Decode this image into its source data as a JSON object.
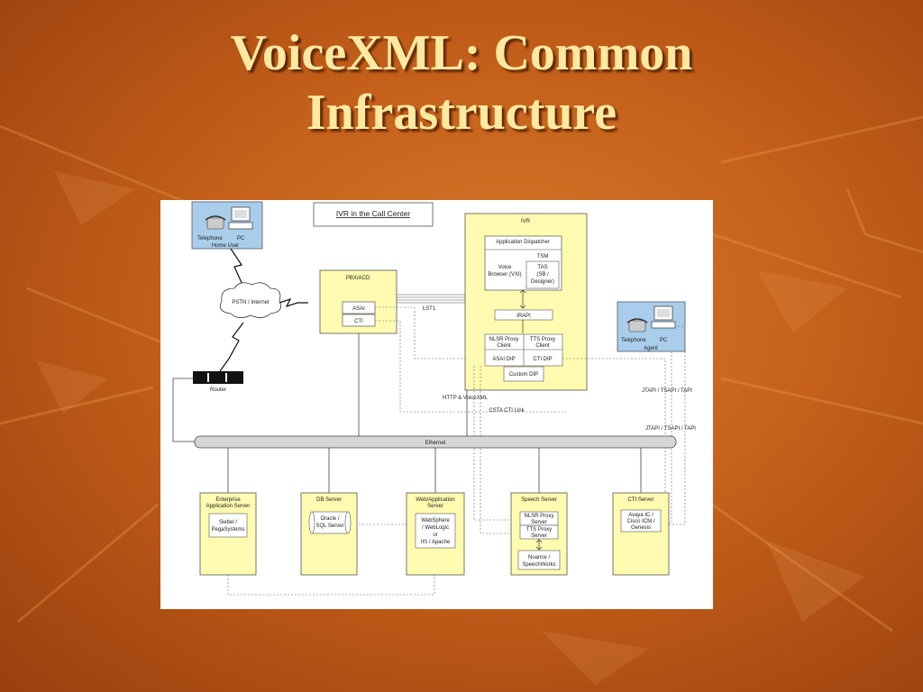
{
  "slide": {
    "title_line1": "VoiceXML: Common",
    "title_line2": "Infrastructure"
  },
  "diagram": {
    "caption": "IVR in the Call Center",
    "home_user": {
      "telephone": "Telephone",
      "pc": "PC",
      "label": "Home User"
    },
    "agent": {
      "telephone": "Telephone",
      "pc": "PC",
      "label": "Agent"
    },
    "pstn": "PSTN / Internet",
    "router": "Router",
    "pbx": {
      "title": "PBX/ACD",
      "asai": "ASAI",
      "cti": "CTI"
    },
    "ivr": {
      "title": "IVR",
      "app_dispatcher": "Application Dispatcher",
      "tsm": "TSM",
      "voice_browser_1": "Voice",
      "voice_browser_2": "Browser (VXI)",
      "tas_1": "TAS",
      "tas_2": "(SB /",
      "tas_3": "Designer)",
      "irapi": "IRAPI",
      "nlsr_proxy_1": "NLSR Proxy",
      "nlsr_proxy_2": "Client",
      "tts_proxy_1": "TTS Proxy",
      "tts_proxy_2": "Client",
      "asai_dip": "ASAI DIP",
      "cti_dip": "CTI DIP",
      "custom_dip": "Custom DIP"
    },
    "lst1": "LST1",
    "http_voicexml": "HTTP & VoiceXML",
    "csta_link": "CSTA CTI Link",
    "jtapi_1": "JTAPI / TSAPI / TAPI",
    "jtapi_2": "JTAPI / TSAPI / TAPI",
    "ethernet": "Ethernet",
    "enterprise": {
      "title_1": "Enterprise",
      "title_2": "Application Server",
      "inner_1": "Siebel /",
      "inner_2": "PegaSystems"
    },
    "db": {
      "title": "DB Server",
      "inner_1": "Oracle /",
      "inner_2": "SQL Server"
    },
    "web": {
      "title_1": "Web/Application",
      "title_2": "Server",
      "inner_1": "WebSphere",
      "inner_2": "/ WebLogic",
      "inner_3": "or",
      "inner_4": "IIS / Apache"
    },
    "speech": {
      "title": "Speech Server",
      "nlsr_1": "NLSR Proxy",
      "nlsr_2": "Server",
      "tts_1": "TTS Proxy",
      "tts_2": "Server",
      "nuance_1": "Nuance /",
      "nuance_2": "SpeechWorks"
    },
    "cti_server": {
      "title": "CTI Server",
      "inner_1": "Avaya IC /",
      "inner_2": "Cisco ICM /",
      "inner_3": "Genesis"
    }
  }
}
